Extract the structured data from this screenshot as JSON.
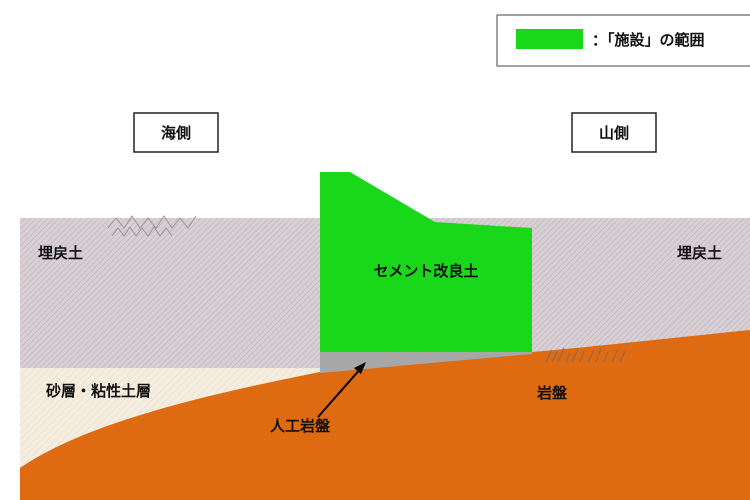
{
  "legend": {
    "label": "：「施設」の範囲",
    "swatch_color": "#19d819"
  },
  "sides": {
    "sea": "海側",
    "mountain": "山側"
  },
  "layers": {
    "fill_left": "埋戻土",
    "fill_right": "埋戻土",
    "sand_clay": "砂層・粘性土層",
    "bedrock": "岩盤",
    "artificial_bedrock": "人工岩盤",
    "cement": "セメント改良土"
  },
  "colors": {
    "fill_soil": "#d9d0d6",
    "sand": "#f5eee0",
    "bedrock": "#de6a11",
    "facility": "#19d819",
    "artificial_bedrock": "#a7a7a7"
  }
}
